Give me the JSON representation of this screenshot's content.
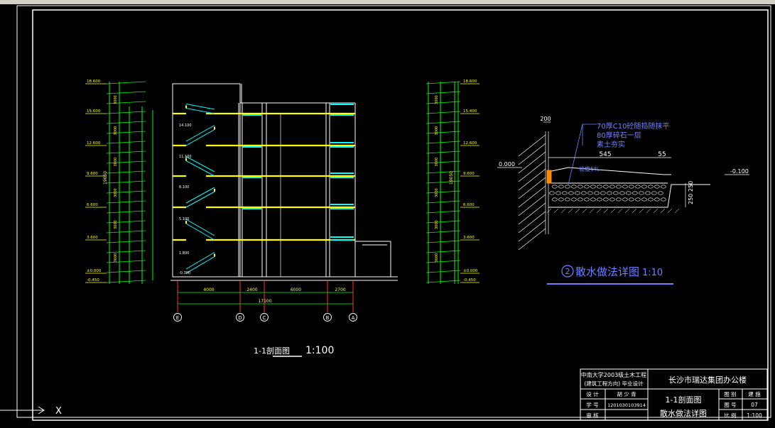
{
  "section_drawing": {
    "title": "1-1剖面图",
    "scale": "1:100",
    "axes": [
      "E",
      "D",
      "C",
      "B",
      "A"
    ],
    "bay_dims": [
      "4000",
      "2400",
      "6000",
      "2700"
    ],
    "total_dim": "17100",
    "elev_left": [
      "18.600",
      "15.600",
      "12.600",
      "9.600",
      "6.600",
      "3.600",
      "±0.000",
      "-0.450"
    ],
    "elev_right": [
      "18.600",
      "15.400",
      "12.600",
      "9.600",
      "6.600",
      "3.600",
      "±0.000",
      "-0.450"
    ],
    "story_dims": [
      "3000",
      "3000",
      "3000",
      "3000",
      "3000",
      "3600"
    ],
    "total_height": "19050",
    "landing_labels": [
      "14.100",
      "11.100",
      "8.100",
      "5.100",
      "1.800",
      "-0.300"
    ]
  },
  "detail_drawing": {
    "title": "散水做法详图",
    "number": "2",
    "scale": "1:10",
    "notes": [
      "70厚C10砼随捣随抹平",
      "80厚碎石一层",
      "素土夯实"
    ],
    "dims": [
      "200",
      "545",
      "55",
      "250",
      "250"
    ],
    "elevations": [
      "0.000",
      "-0.100"
    ],
    "slope_note": "坡度5%"
  },
  "title_block": {
    "school": "中南大学2003级土木工程",
    "subtitle": "(建筑工程方向) 毕业设计",
    "project": "长沙市瑞达集团办公楼",
    "drawing_name_1": "1-1剖面图",
    "drawing_name_2": "散水做法详图",
    "row_labels": [
      "设 计",
      "学 号",
      "审 核"
    ],
    "designer": "胡 少 青",
    "student_id": "1201030103914",
    "drawing_type_label": "图 别",
    "drawing_type": "建 施",
    "sheet_no_label": "图 号",
    "sheet_no": "07",
    "scale_label": "比 例",
    "scale": "1:100"
  },
  "ucs": {
    "x_label": "X"
  },
  "colors": {
    "frame": "#ffffff",
    "axis_red": "#ff3030",
    "green": "#00ff00",
    "yellow": "#ffff00",
    "cyan": "#00ffff",
    "detail_blue": "#7080ff"
  }
}
